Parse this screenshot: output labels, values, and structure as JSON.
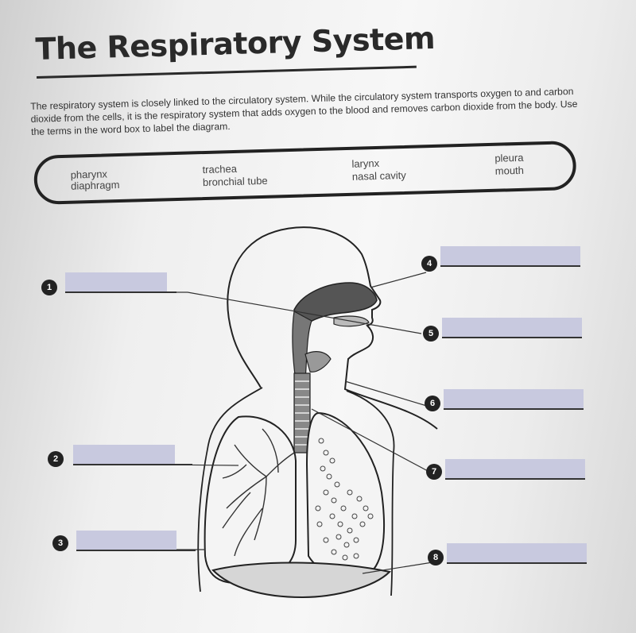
{
  "title": "The Respiratory System",
  "intro": "The respiratory system is closely linked to the circulatory system. While the circulatory system transports oxygen to and carbon dioxide from the cells, it is the respiratory system that adds oxygen to the blood and removes carbon dioxide from the body. Use the terms in the word box to label the diagram.",
  "word_box": {
    "col1_a": "pharynx",
    "col1_b": "diaphragm",
    "col2_a": "trachea",
    "col2_b": "bronchial tube",
    "col3_a": "larynx",
    "col3_b": "nasal cavity",
    "col4_a": "pleura",
    "col4_b": "mouth"
  },
  "labels": [
    "1",
    "2",
    "3",
    "4",
    "5",
    "6",
    "7",
    "8"
  ],
  "colors": {
    "answer_box": "#c8c9df",
    "ink": "#222222"
  }
}
